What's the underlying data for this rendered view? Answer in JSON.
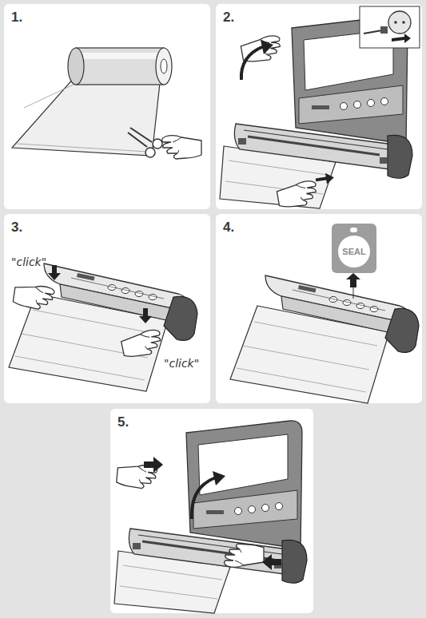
{
  "diagram": {
    "nodes": [
      {
        "text": [
          "1."
        ]
      },
      {
        "text": [
          "2."
        ]
      },
      {
        "text": [
          "3."
        ]
      },
      {
        "text": [
          "4."
        ]
      },
      {
        "text": [
          "SEAL"
        ],
        "in": 3
      },
      {
        "text": [
          "5."
        ]
      }
    ],
    "labels": [
      "\"click\"",
      "\"click\""
    ]
  }
}
